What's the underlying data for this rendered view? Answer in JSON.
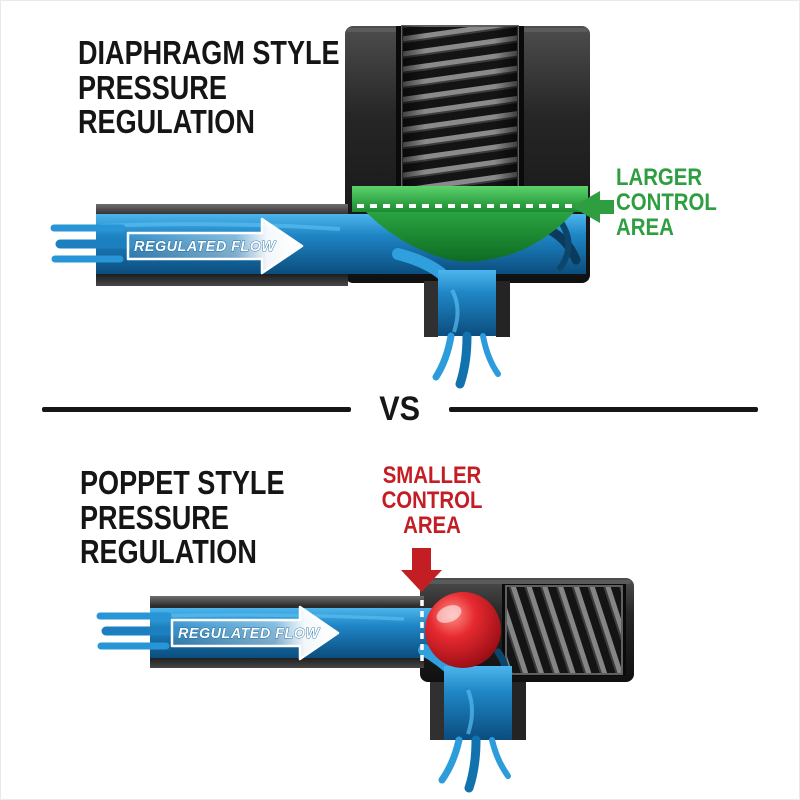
{
  "page": {
    "background": "#ffffff"
  },
  "colors": {
    "title_text": "#151515",
    "green_accent": "#2f9e41",
    "red_accent": "#c41e25",
    "flow_blue": "#1f86c6",
    "body_dark": "#262626",
    "flow_label_text": "#ffffff"
  },
  "diaphragm_section": {
    "title": "DIAPHRAGM STYLE\nPRESSURE\nREGULATION",
    "flow_label": "REGULATED FLOW",
    "callout": "LARGER\nCONTROL\nAREA"
  },
  "divider": {
    "label": "VS"
  },
  "poppet_section": {
    "title": "POPPET STYLE\nPRESSURE\nREGULATION",
    "flow_label": "REGULATED FLOW",
    "callout": "SMALLER\nCONTROL\nAREA"
  },
  "icons": {
    "larger_area_arrow": "left-arrow-icon",
    "smaller_area_arrow": "down-arrow-icon"
  }
}
